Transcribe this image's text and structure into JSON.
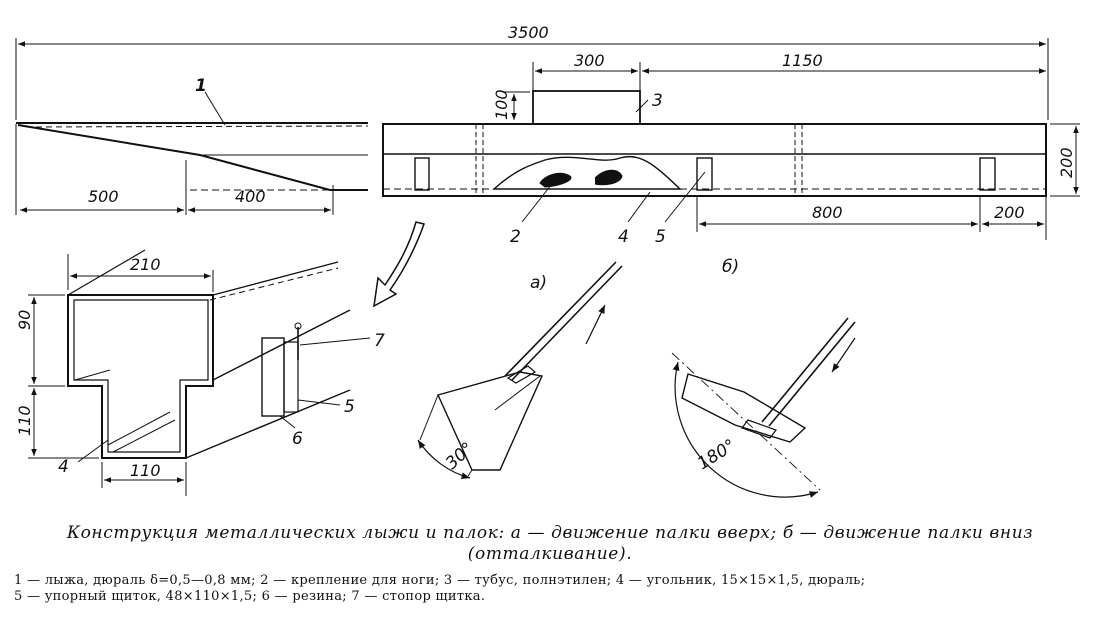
{
  "figure": {
    "dims": {
      "total": "3500",
      "tube_width": "300",
      "tube_to_end": "1150",
      "tube_height": "100",
      "ski_height": "200",
      "tip_500": "500",
      "tip_400": "400",
      "stops_800": "800",
      "end_200": "200",
      "sec_width": "210",
      "sec_90": "90",
      "sec_110v": "110",
      "sec_110h": "110"
    },
    "labels": {
      "n1": "1",
      "n2": "2",
      "n3": "3",
      "n4": "4",
      "n5": "5",
      "n4b": "4",
      "n5b": "5",
      "n6": "6",
      "n7": "7",
      "a": "а)",
      "b": "б)",
      "angle30": "30°",
      "angle180": "180°"
    }
  },
  "caption": {
    "line1": "Конструкция металлических лыжи и палок: а — движение палки вверх; б — движение палки вниз",
    "line2": "(отталкивание)."
  },
  "legend": {
    "l1": "1 — лыжа, дюраль δ=0,5—0,8 мм; 2 — крепление для ноги; 3 — тубус, полнэтилен; 4 — угольник, 15×15×1,5, дюраль;",
    "l2": "5 — упорный щиток, 48×110×1,5; 6 — резина; 7 — стопор щитка."
  }
}
